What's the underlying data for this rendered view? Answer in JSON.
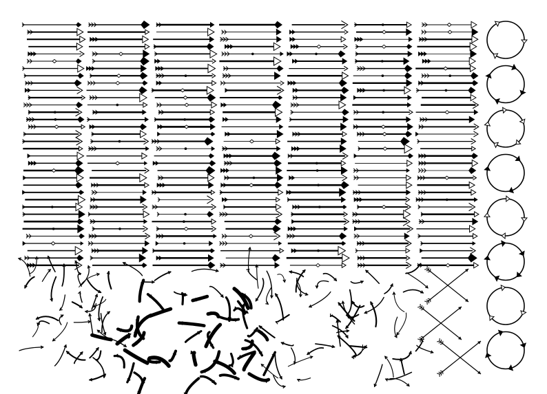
{
  "palette": {
    "ink": "#000000",
    "paper": "#ffffff"
  },
  "sheet": {
    "kind": "hand-drawn arrow clipart collection",
    "straight_arrow_columns": 7,
    "straight_arrow_rows": 34,
    "wreath_count": 8,
    "scribble_arrow_count": 150,
    "crossed_arrow_motifs": 3
  }
}
